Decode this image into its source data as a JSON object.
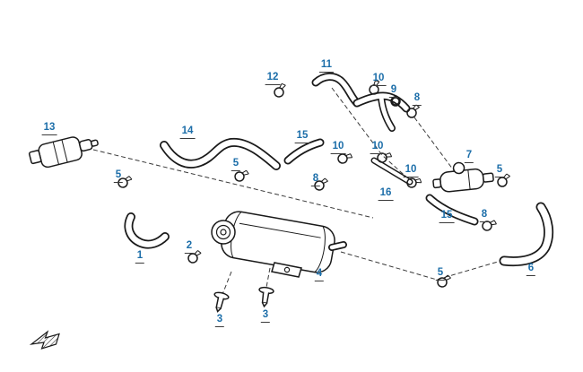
{
  "colors": {
    "callout_blue": "#1c6ea9",
    "line_black": "#1a1a1a",
    "background": "#ffffff"
  },
  "callouts": [
    {
      "ref": "13"
    },
    {
      "ref": "5"
    },
    {
      "ref": "14"
    },
    {
      "ref": "5"
    },
    {
      "ref": "12"
    },
    {
      "ref": "11"
    },
    {
      "ref": "15"
    },
    {
      "ref": "10"
    },
    {
      "ref": "8"
    },
    {
      "ref": "10"
    },
    {
      "ref": "9"
    },
    {
      "ref": "8"
    },
    {
      "ref": "10"
    },
    {
      "ref": "16"
    },
    {
      "ref": "10"
    },
    {
      "ref": "7"
    },
    {
      "ref": "5"
    },
    {
      "ref": "15"
    },
    {
      "ref": "8"
    },
    {
      "ref": "5"
    },
    {
      "ref": "6"
    },
    {
      "ref": "1"
    },
    {
      "ref": "2"
    },
    {
      "ref": "4"
    },
    {
      "ref": "3"
    },
    {
      "ref": "3"
    }
  ]
}
